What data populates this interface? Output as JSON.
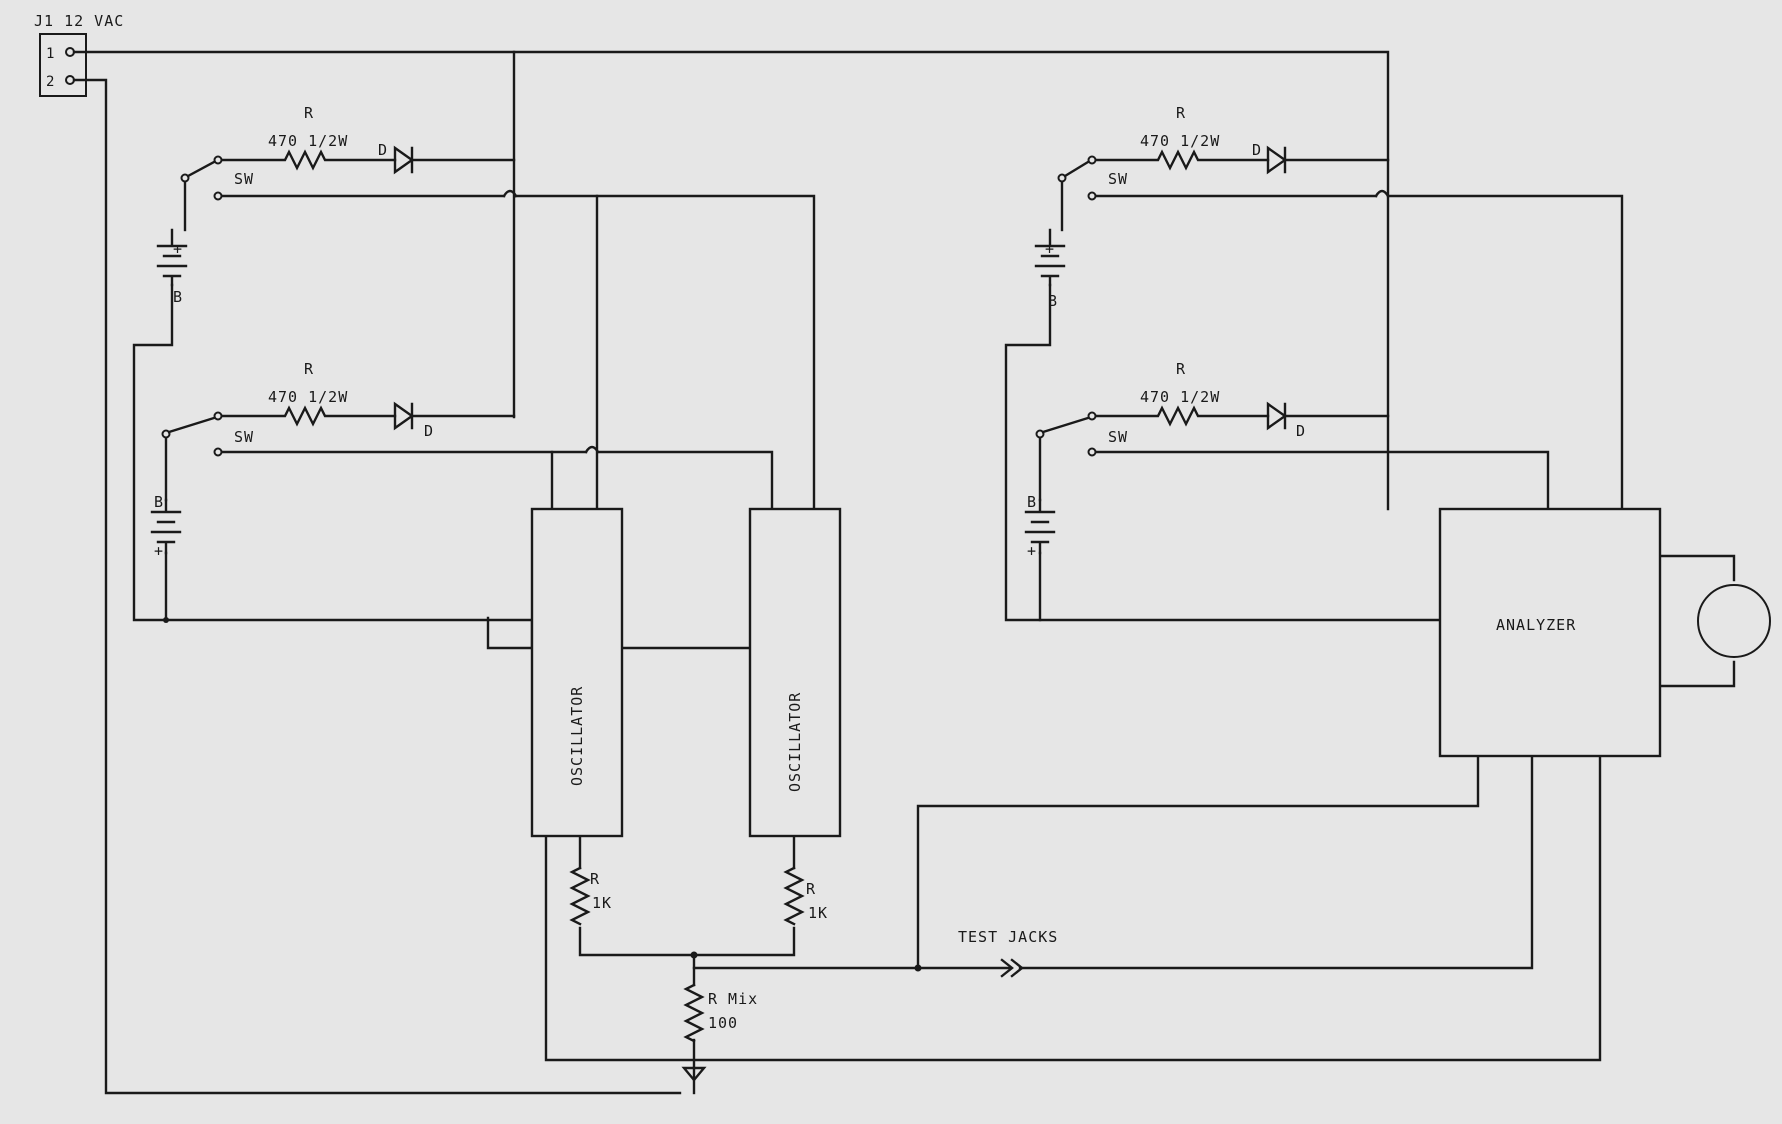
{
  "connector": {
    "label": "J1 12 VAC",
    "pin1": "1",
    "pin2": "2"
  },
  "channels": [
    {
      "resistor_name": "R",
      "resistor_value": "470 1/2W",
      "diode": "D",
      "switch": "SW",
      "battery": "B",
      "polarity": "+"
    },
    {
      "resistor_name": "R",
      "resistor_value": "470 1/2W",
      "diode": "D",
      "switch": "SW",
      "battery": "B",
      "polarity": "+"
    },
    {
      "resistor_name": "R",
      "resistor_value": "470 1/2W",
      "diode": "D",
      "switch": "SW",
      "battery": "B",
      "polarity": "+"
    },
    {
      "resistor_name": "R",
      "resistor_value": "470 1/2W",
      "diode": "D",
      "switch": "SW",
      "battery": "B",
      "polarity": "+"
    }
  ],
  "oscillators": [
    "OSCILLATOR",
    "OSCILLATOR"
  ],
  "output_resistors": [
    {
      "name": "R",
      "value": "1K"
    },
    {
      "name": "R",
      "value": "1K"
    }
  ],
  "mix_resistor": {
    "name": "R Mix",
    "value": "100"
  },
  "test_jacks": "TEST JACKS",
  "analyzer": "ANALYZER"
}
